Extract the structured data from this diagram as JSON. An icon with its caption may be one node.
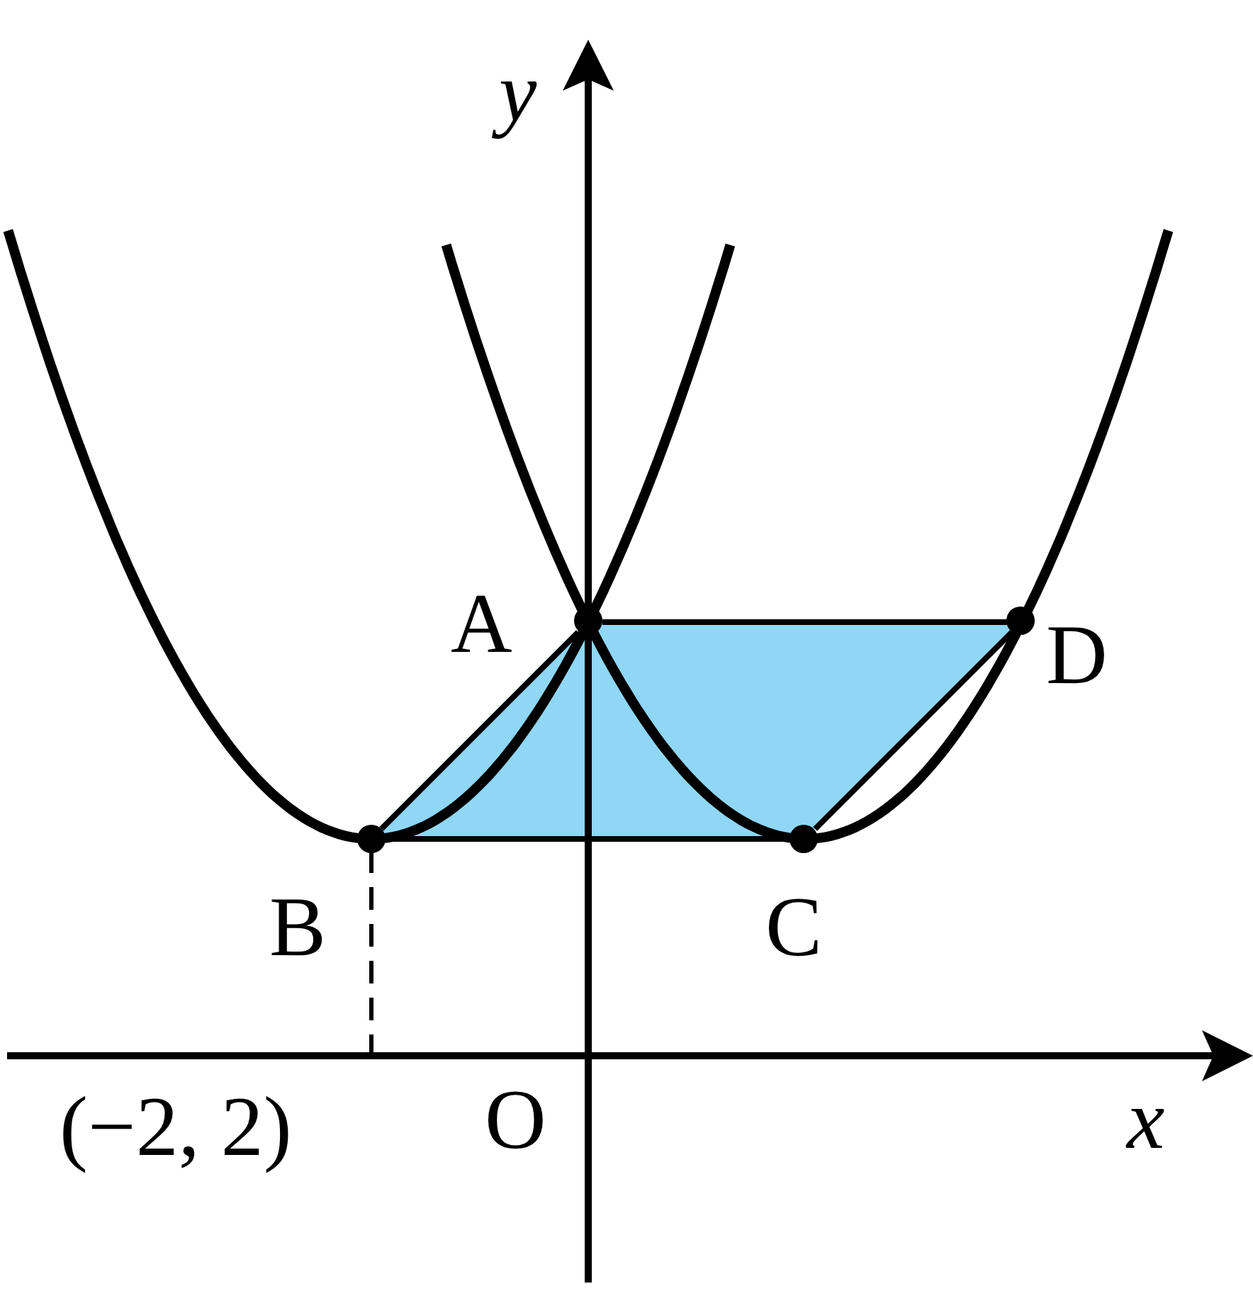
{
  "diagram": {
    "nodes": [
      {
        "text": [
          "A"
        ]
      },
      {
        "text": [
          "B"
        ]
      },
      {
        "text": [
          "C"
        ]
      },
      {
        "text": [
          "D"
        ]
      }
    ],
    "edges": [
      {
        "from": 0,
        "to": 3,
        "arrow": "none"
      },
      {
        "from": 1,
        "to": 2,
        "arrow": "none"
      },
      {
        "from": 0,
        "to": 1,
        "arrow": "none"
      },
      {
        "from": 3,
        "to": 2,
        "arrow": "none"
      }
    ],
    "labels": [
      "y",
      "x",
      "O",
      "(−2, 2)"
    ]
  }
}
